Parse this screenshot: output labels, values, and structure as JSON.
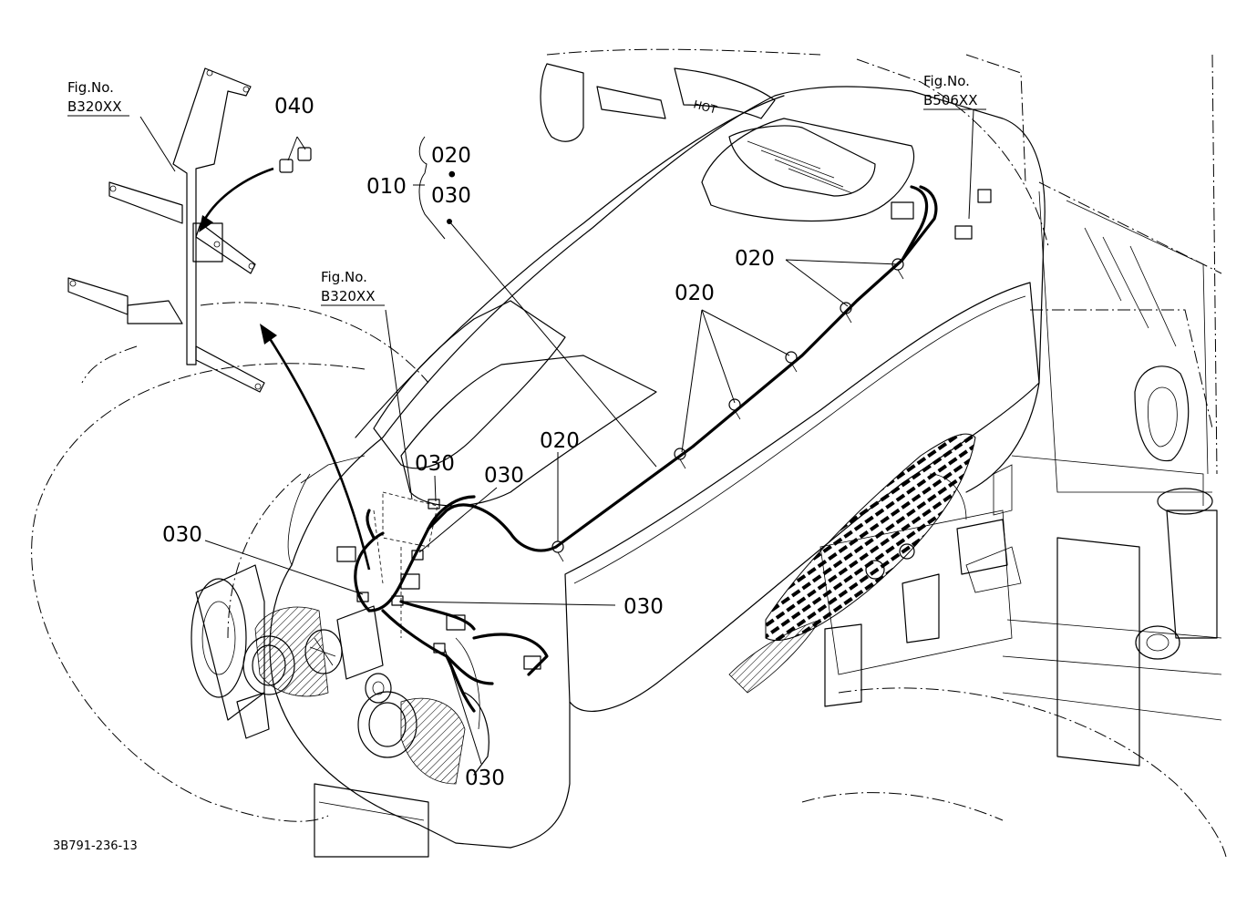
{
  "drawing_code": "3B791-236-13",
  "callouts": {
    "c010": "010",
    "c020_group": "020",
    "c030_group": "030",
    "c020_a": "020",
    "c020_b": "020",
    "c020_c": "020",
    "c030_a": "030",
    "c030_b": "030",
    "c030_c": "030",
    "c030_d": "030",
    "c030_e": "030",
    "c040": "040"
  },
  "fig_refs": {
    "top_left": {
      "label": "Fig.No.",
      "number": "B320XX"
    },
    "center": {
      "label": "Fig.No.",
      "number": "B320XX"
    },
    "top_right": {
      "label": "Fig.No.",
      "number": "B506XX"
    }
  },
  "bullet_separator": "•",
  "decal_text": "HOT"
}
